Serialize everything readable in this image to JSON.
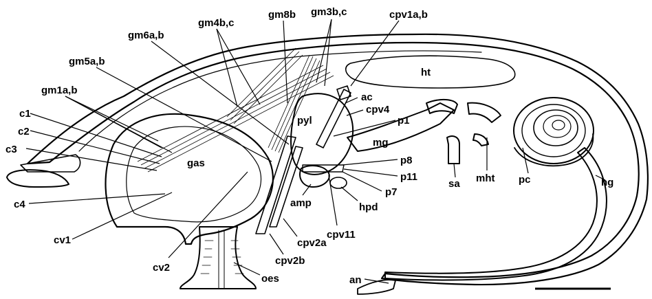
{
  "labels": {
    "gm1ab": "gm1a,b",
    "gm5ab": "gm5a,b",
    "gm6ab": "gm6a,b",
    "gm4bc": "gm4b,c",
    "gm8b": "gm8b",
    "gm3bc": "gm3b,c",
    "cpv1ab": "cpv1a,b",
    "ht": "ht",
    "ac": "ac",
    "cpv4": "cpv4",
    "p1": "p1",
    "pyl": "pyl",
    "mg": "mg",
    "p8": "p8",
    "p11": "p11",
    "p7": "p7",
    "hpd": "hpd",
    "cpv11": "cpv11",
    "amp": "amp",
    "c1": "c1",
    "c2": "c2",
    "c3": "c3",
    "c4": "c4",
    "gas": "gas",
    "cv1": "cv1",
    "cv2": "cv2",
    "cpv2a": "cpv2a",
    "cpv2b": "cpv2b",
    "oes": "oes",
    "sa": "sa",
    "mht": "mht",
    "pc": "pc",
    "hg": "hg",
    "an": "an"
  },
  "colors": {
    "ink": "#000000",
    "paper": "#ffffff",
    "stipple": "#bdbdbd"
  }
}
